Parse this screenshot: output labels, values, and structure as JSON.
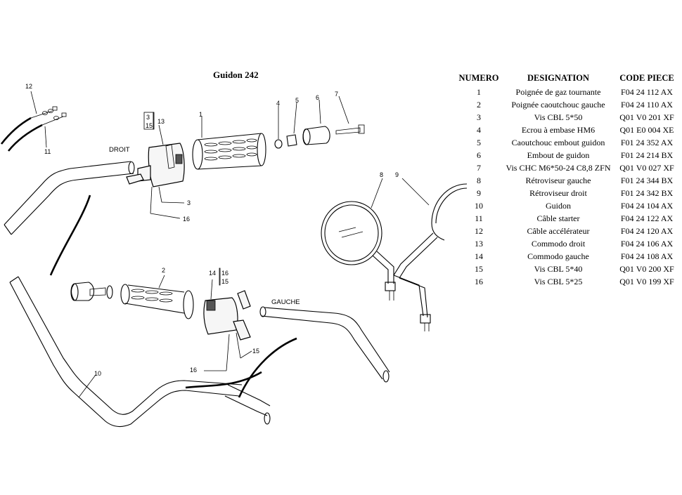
{
  "diagram": {
    "title": "Guidon 242",
    "side_labels": {
      "right": "DROIT",
      "left": "GAUCHE"
    },
    "callouts": [
      "12",
      "11",
      "3",
      "15",
      "13",
      "1",
      "4",
      "5",
      "6",
      "7",
      "3",
      "16",
      "8",
      "9",
      "2",
      "14",
      "16",
      "15",
      "15",
      "16",
      "10"
    ]
  },
  "table": {
    "headers": {
      "num": "NUMERO",
      "des": "DESIGNATION",
      "code": "CODE PIECE"
    },
    "rows": [
      {
        "num": "1",
        "des": "Poignée de gaz tournante",
        "code": "F04 24 112 AX"
      },
      {
        "num": "2",
        "des": "Poignée caoutchouc gauche",
        "code": "F04 24 110 AX"
      },
      {
        "num": "3",
        "des": "Vis CBL 5*50",
        "code": "Q01 V0 201 XF"
      },
      {
        "num": "4",
        "des": "Ecrou à embase HM6",
        "code": "Q01 E0 004 XE"
      },
      {
        "num": "5",
        "des": "Caoutchouc embout guidon",
        "code": "F01 24 352 AX"
      },
      {
        "num": "6",
        "des": "Embout de guidon",
        "code": "F01 24 214 BX"
      },
      {
        "num": "7",
        "des": "Vis CHC M6*50-24 C8,8 ZFN",
        "code": "Q01 V0 027 XF"
      },
      {
        "num": "8",
        "des": "Rétroviseur gauche",
        "code": "F01 24 344 BX"
      },
      {
        "num": "9",
        "des": "Rétroviseur droit",
        "code": "F01 24 342 BX"
      },
      {
        "num": "10",
        "des": "Guidon",
        "code": "F04 24 104 AX"
      },
      {
        "num": "11",
        "des": "Câble starter",
        "code": "F04 24 122 AX"
      },
      {
        "num": "12",
        "des": "Câble accélérateur",
        "code": "F04 24 120 AX"
      },
      {
        "num": "13",
        "des": "Commodo droit",
        "code": "F04 24 106 AX"
      },
      {
        "num": "14",
        "des": "Commodo gauche",
        "code": "F04 24 108 AX"
      },
      {
        "num": "15",
        "des": "Vis CBL 5*40",
        "code": "Q01 V0 200 XF"
      },
      {
        "num": "16",
        "des": "Vis CBL 5*25",
        "code": "Q01 V0 199 XF"
      }
    ]
  }
}
